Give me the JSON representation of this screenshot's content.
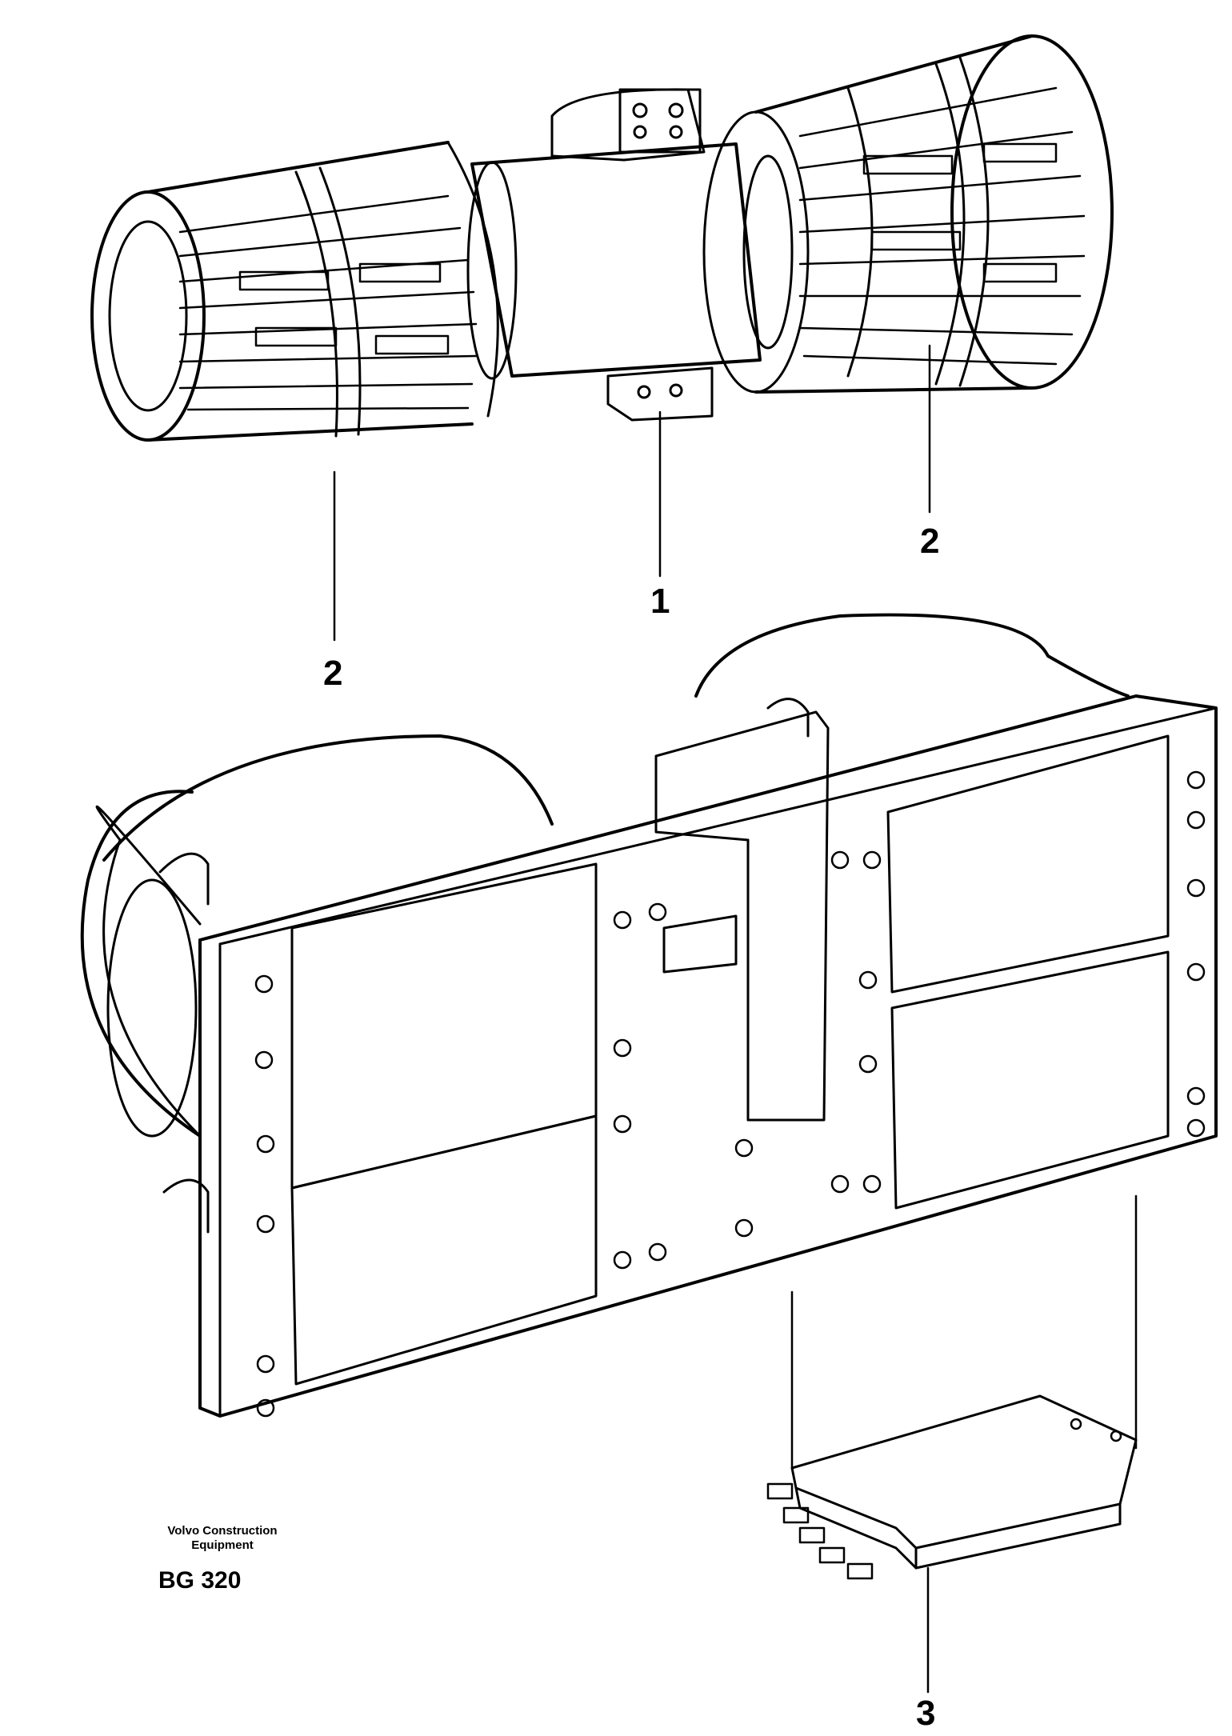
{
  "callouts": [
    {
      "id": "1",
      "label": "1"
    },
    {
      "id": "2a",
      "label": "2"
    },
    {
      "id": "2b",
      "label": "2"
    },
    {
      "id": "3",
      "label": "3"
    }
  ],
  "brand": {
    "line1": "Volvo Construction",
    "line2": "Equipment",
    "code": "BG 320"
  }
}
